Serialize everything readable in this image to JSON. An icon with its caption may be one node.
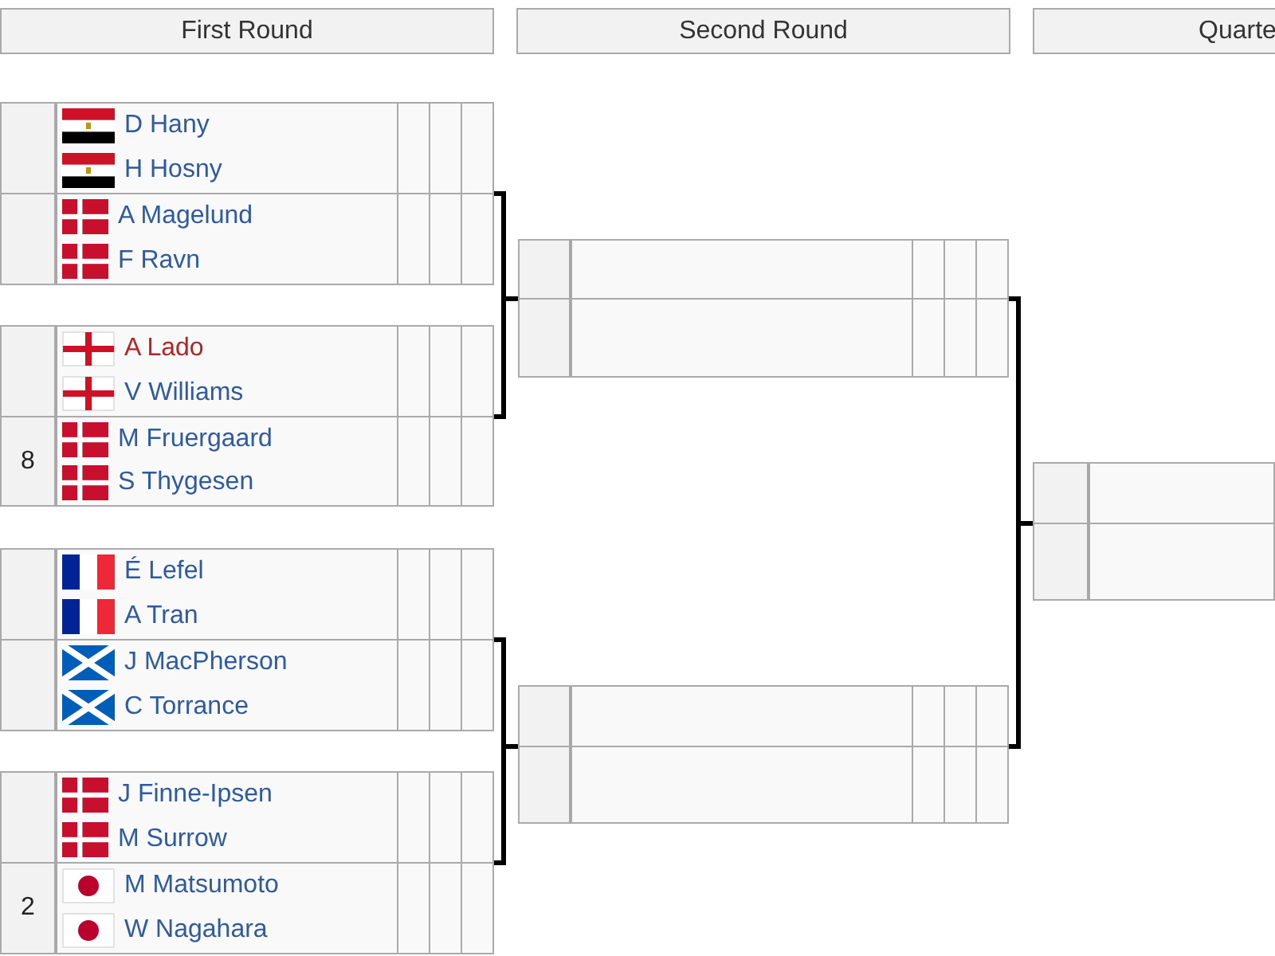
{
  "diagram": {
    "nodes": [
      {
        "text": [
          "First Round"
        ]
      },
      {
        "text": [
          "Second Round"
        ]
      },
      {
        "text": [
          "Quarte"
        ]
      },
      {
        "text": [
          "D Hany",
          "H Hosny",
          "A Magelund",
          "F Ravn"
        ]
      },
      {
        "text": [
          "A Lado",
          "V Williams",
          "8",
          "M Fruergaard",
          "S Thygesen"
        ]
      },
      {
        "text": [
          "É Lefel",
          "A Tran",
          "J MacPherson",
          "C Torrance"
        ]
      },
      {
        "text": [
          "J Finne-Ipsen",
          "M Surrow",
          "2",
          "M Matsumoto",
          "W Nagahara"
        ]
      },
      {
        "text": [],
        "shape": "box"
      },
      {
        "text": [],
        "shape": "box"
      },
      {
        "text": [],
        "shape": "box"
      }
    ],
    "edges": [
      {
        "from": 3,
        "to": 7,
        "arrow": "none"
      },
      {
        "from": 4,
        "to": 7,
        "arrow": "none"
      },
      {
        "from": 5,
        "to": 8,
        "arrow": "none"
      },
      {
        "from": 6,
        "to": 8,
        "arrow": "none"
      },
      {
        "from": 7,
        "to": 9,
        "arrow": "none"
      },
      {
        "from": 8,
        "to": 9,
        "arrow": "none"
      }
    ]
  }
}
